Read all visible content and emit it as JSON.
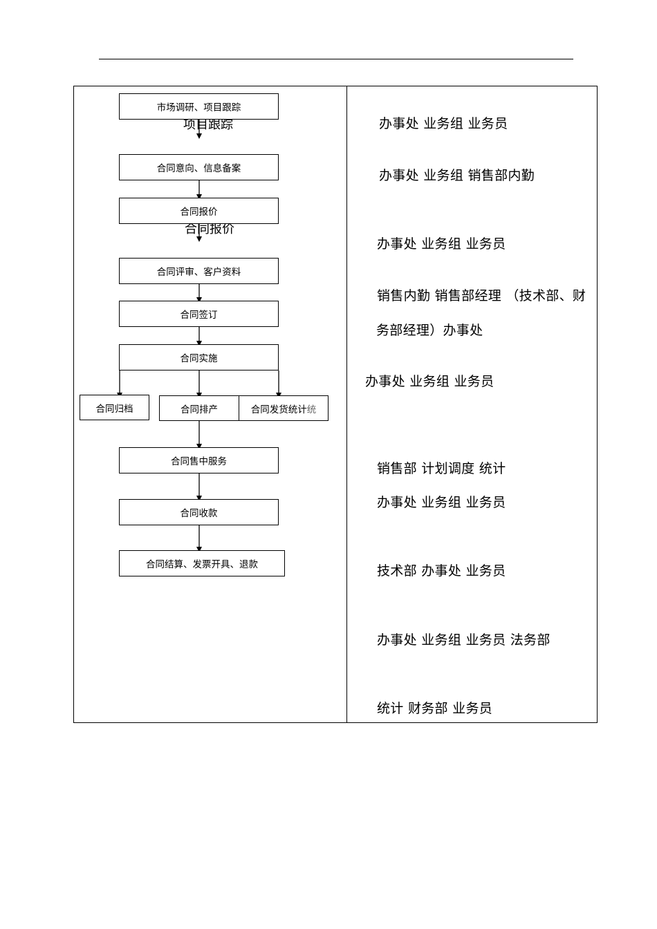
{
  "flowchart": {
    "steps": [
      "市场调研、项目跟踪",
      "合同意向、信息备案",
      "合同报价",
      "合同评审、客户资料",
      "合同签订",
      "合同实施",
      "合同归档",
      "合同排产",
      "合同发货统计",
      "合同售中服务",
      "合同收款",
      "合同结算、发票开具、退款"
    ],
    "overflow_text": {
      "step1": "项目跟踪",
      "step3": "合同报价",
      "step9_tail": "统"
    }
  },
  "responsibilities": [
    "办事处  业务组  业务员",
    "办事处  业务组  销售部内勤",
    "办事处  业务组  业务员",
    "销售内勤  销售部经理    （技术部、财",
    "务部经理）办事处",
    "办事处  业务组  业务员",
    "销售部  计划调度  统计",
    "办事处  业务组   业务员",
    "技术部  办事处  业务员",
    "办事处  业务组  业务员  法务部",
    "统计    财务部    业务员"
  ]
}
